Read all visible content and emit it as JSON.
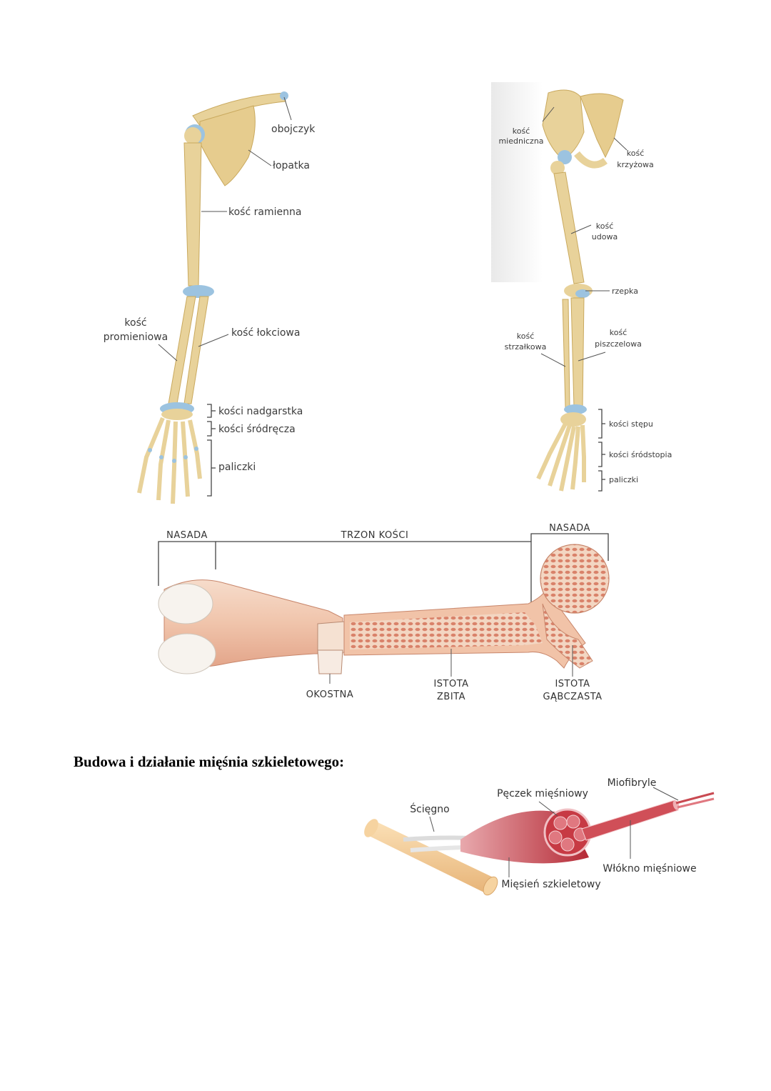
{
  "arm": {
    "labels": {
      "obojczyk": "obojczyk",
      "lopatka": "łopatka",
      "ramienna": "kość ramienna",
      "promieniowa_1": "kość",
      "promieniowa_2": "promieniowa",
      "lokciowa": "kość łokciowa",
      "nadgarstka": "kości nadgarstka",
      "srodrecza": "kości śródręcza",
      "paliczki": "paliczki"
    }
  },
  "leg": {
    "labels": {
      "miedniczna_1": "kość",
      "miedniczna_2": "miedniczna",
      "krzyzowa_1": "kość",
      "krzyzowa_2": "krzyżowa",
      "udowa_1": "kość",
      "udowa_2": "udowa",
      "rzepka": "rzepka",
      "strzalkowa_1": "kość",
      "strzalkowa_2": "strzałkowa",
      "piszczelowa_1": "kość",
      "piszczelowa_2": "piszczelowa",
      "stepu": "kości stępu",
      "srodstopia": "kości śródstopia",
      "paliczki": "paliczki"
    }
  },
  "long_bone": {
    "labels": {
      "nasada_left": "NASADA",
      "trzon": "TRZON KOŚCI",
      "nasada_right": "NASADA",
      "okostna": "OKOSTNA",
      "zbita_1": "ISTOTA",
      "zbita_2": "ZBITA",
      "gabczasta_1": "ISTOTA",
      "gabczasta_2": "GĄBCZASTA"
    }
  },
  "section": {
    "heading": "Budowa i działanie mięśnia szkieletowego:"
  },
  "muscle": {
    "labels": {
      "sciegno": "Ścięgno",
      "peczek": "Pęczek mięśniowy",
      "miofibryle": "Miofibryle",
      "wlokno": "Włókno mięśniowe",
      "miesien": "Mięsień szkieletowy"
    }
  },
  "colors": {
    "bone": "#e8d29a",
    "bone_shade": "#c9a95e",
    "cartilage": "#9cc3e0",
    "long_bone_red": "#d9826a",
    "muscle_red": "#c0303a",
    "tendon": "#f0c98f"
  }
}
